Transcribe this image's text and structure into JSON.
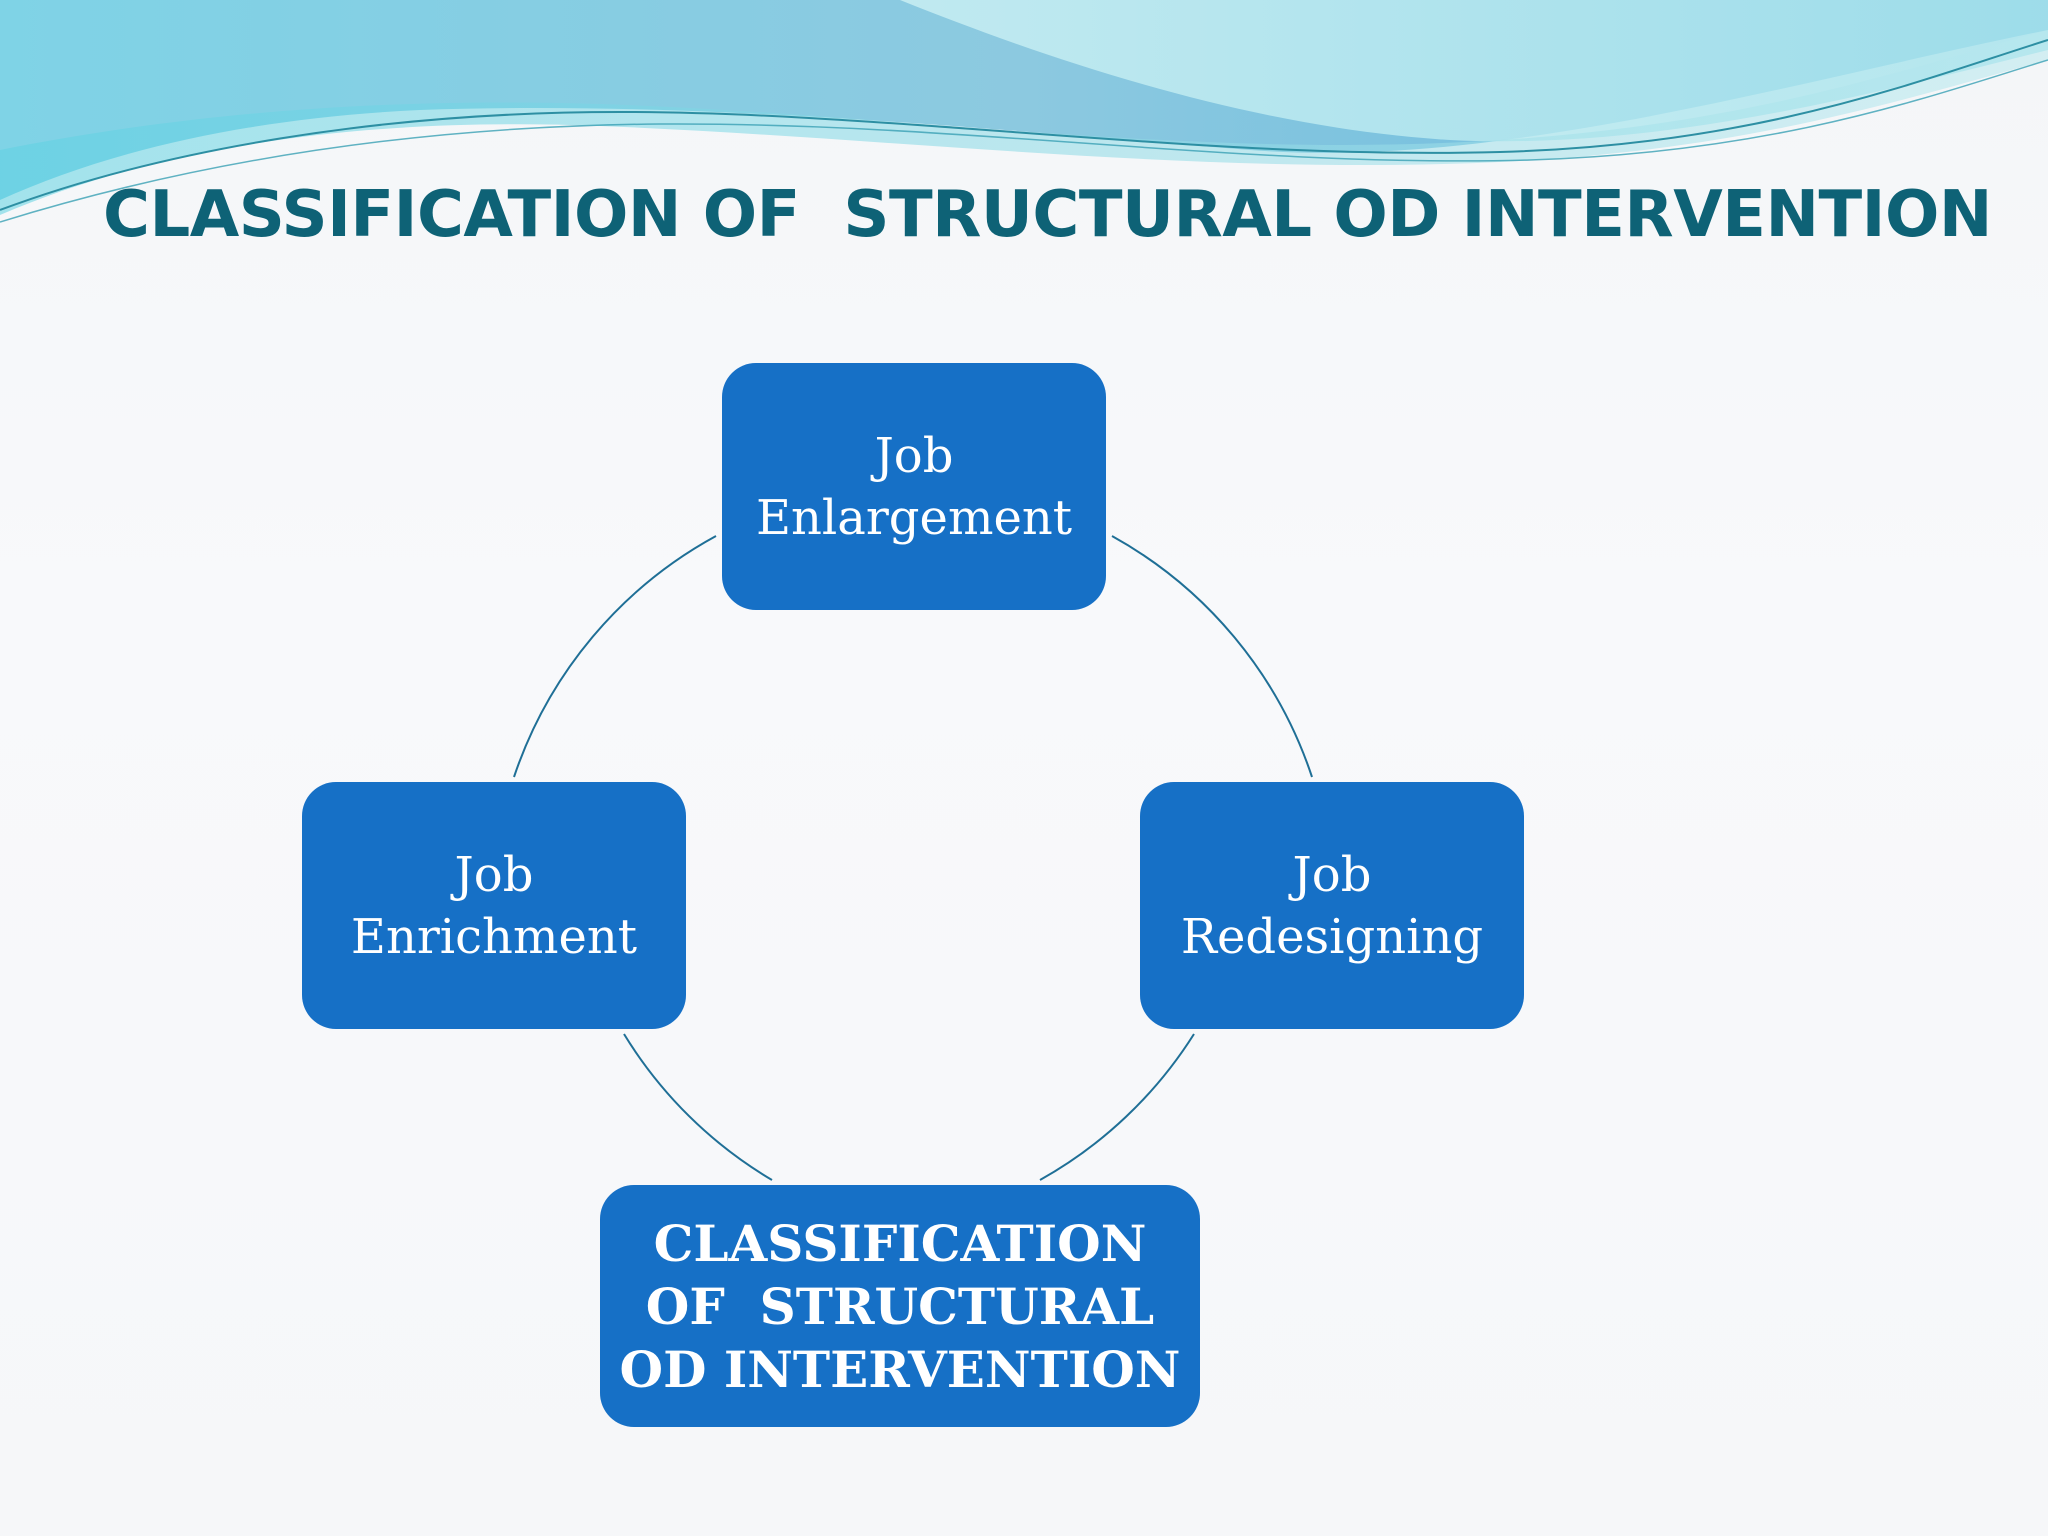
{
  "slide": {
    "title": "CLASSIFICATION OF  STRUCTURAL OD INTERVENTION"
  },
  "diagram": {
    "type": "cycle",
    "nodes": [
      {
        "id": "top",
        "label": "Job\nEnlargement"
      },
      {
        "id": "right",
        "label": "Job\nRedesigning"
      },
      {
        "id": "bottom",
        "label": "CLASSIFICATION\nOF  STRUCTURAL\nOD INTERVENTION"
      },
      {
        "id": "left",
        "label": "Job\nEnrichment"
      }
    ]
  },
  "colors": {
    "title": "#0e6276",
    "node_fill": "#1670c6",
    "node_text": "#ffffff",
    "connector": "#1f6f96"
  }
}
